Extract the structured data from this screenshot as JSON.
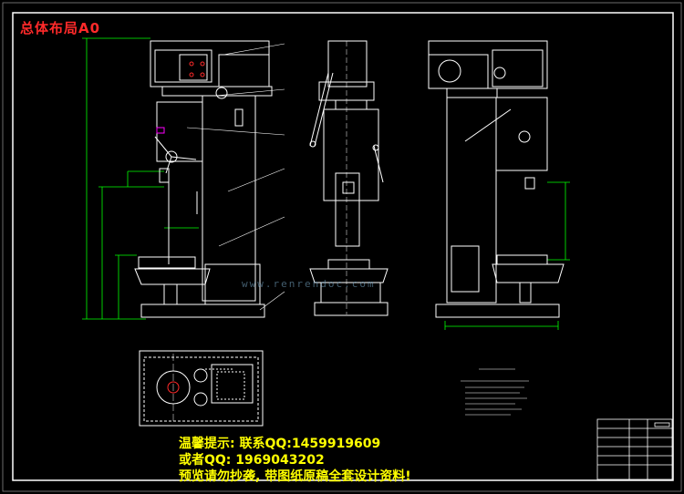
{
  "drawing": {
    "title": "总体布局A0"
  },
  "notice": {
    "line1": "温馨提示: 联系QQ:1459919609",
    "line2": "或者QQ: 1969043202",
    "line3": "预览请勿抄袭, 带图纸原稿全套设计资料!"
  },
  "watermark": {
    "text": "www.renrendoc.com"
  },
  "colors": {
    "background": "#000000",
    "frame": "#ffffff",
    "title": "#ff2a2a",
    "dimension": "#00ff00",
    "notice": "#ffff00",
    "magenta": "#ff00ff",
    "watermark": "#6aa6c8"
  }
}
